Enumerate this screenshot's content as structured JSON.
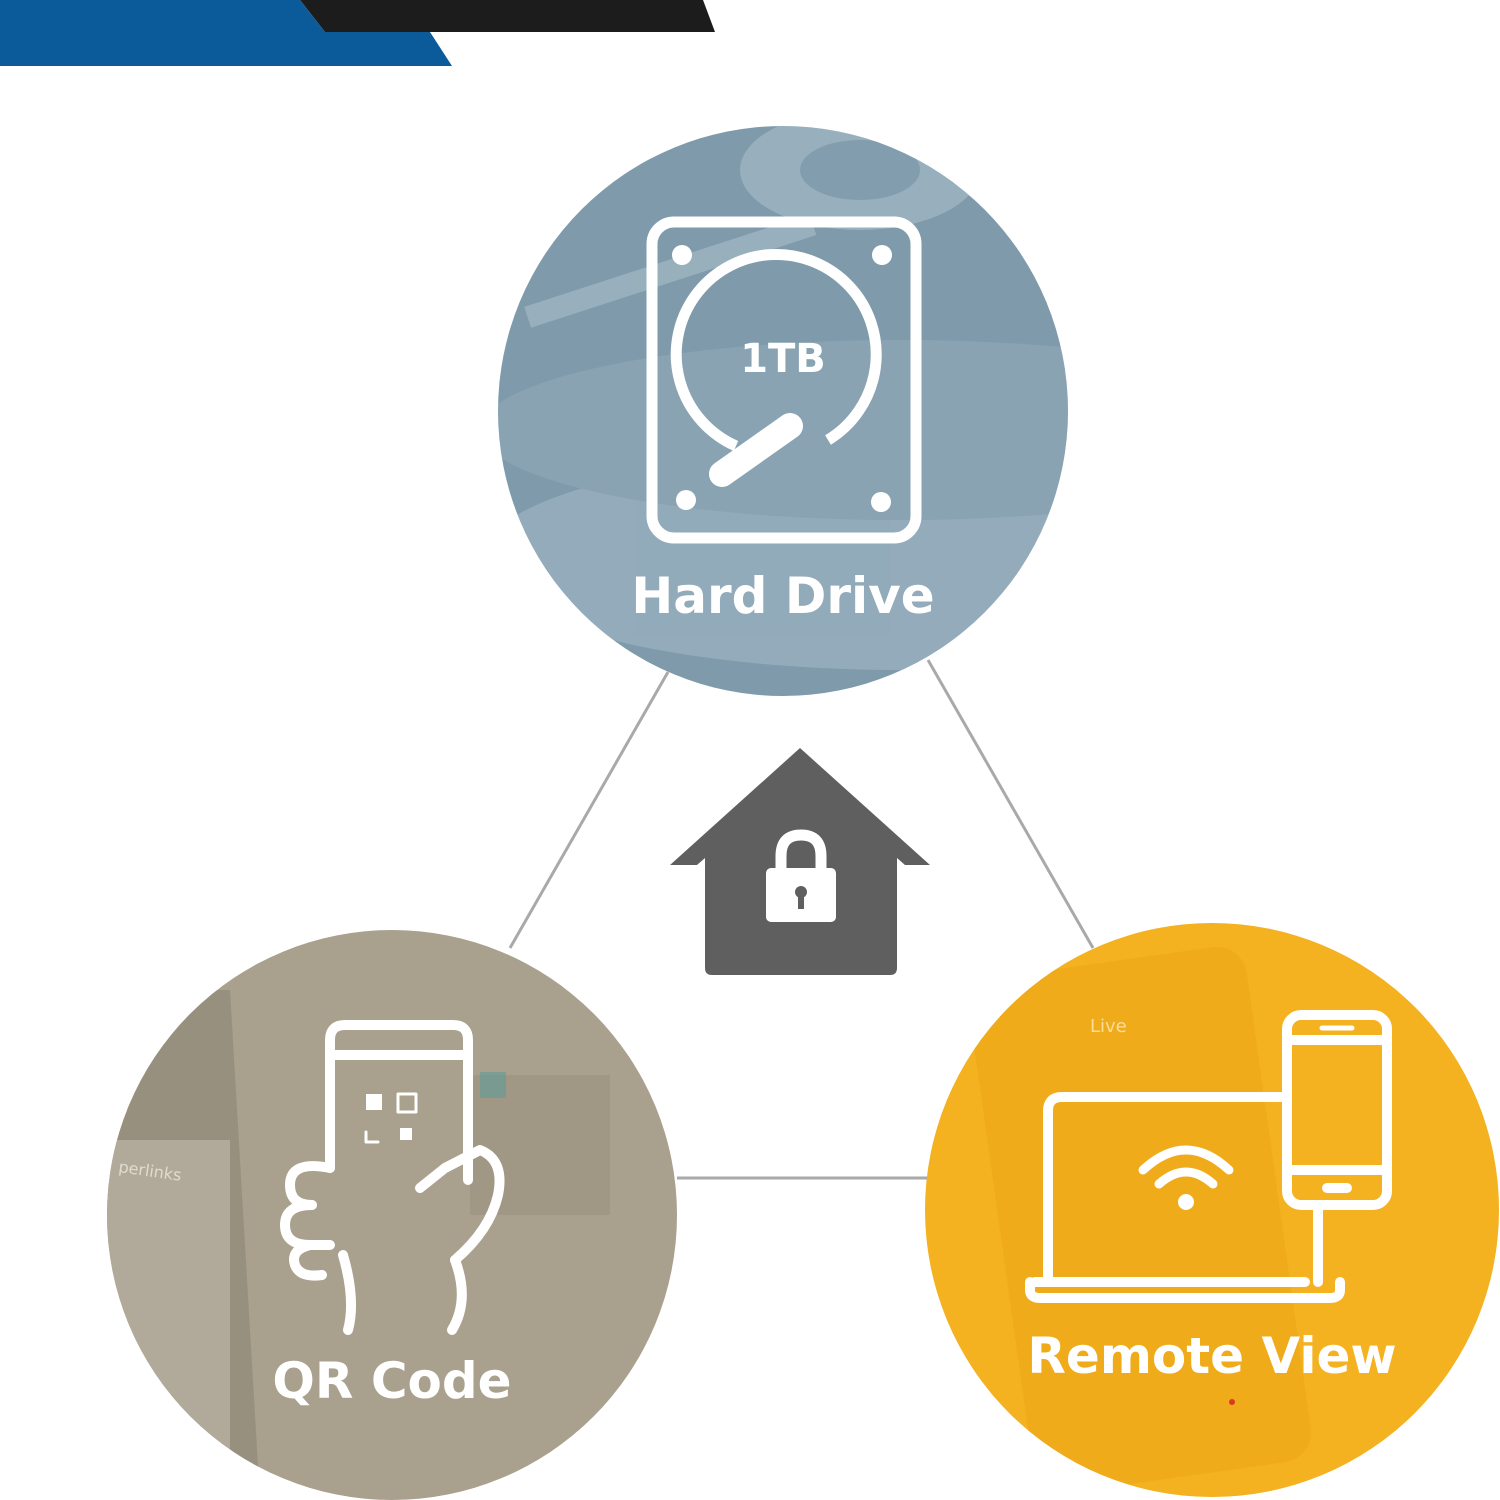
{
  "colors": {
    "banner_blue": "#0b5a9a",
    "banner_black": "#1c1c1c",
    "connector": "#a9a9a9",
    "house": "#5f5f5f",
    "hard_drive_circle": "#7e9aab",
    "qr_code_circle": "#a9a08d",
    "remote_view_circle": "#f4b120",
    "icon_stroke": "#ffffff"
  },
  "center_icon": "house-lock-icon",
  "nodes": {
    "hard_drive": {
      "label": "Hard Drive",
      "icon": "hard-drive-icon",
      "capacity": "1TB"
    },
    "qr_code": {
      "label": "QR Code",
      "icon": "phone-in-hand-qr-icon",
      "photo_text": "perlinks"
    },
    "remote_view": {
      "label": "Remote View",
      "icon": "laptop-phone-wifi-icon",
      "photo_text": "Live"
    }
  }
}
